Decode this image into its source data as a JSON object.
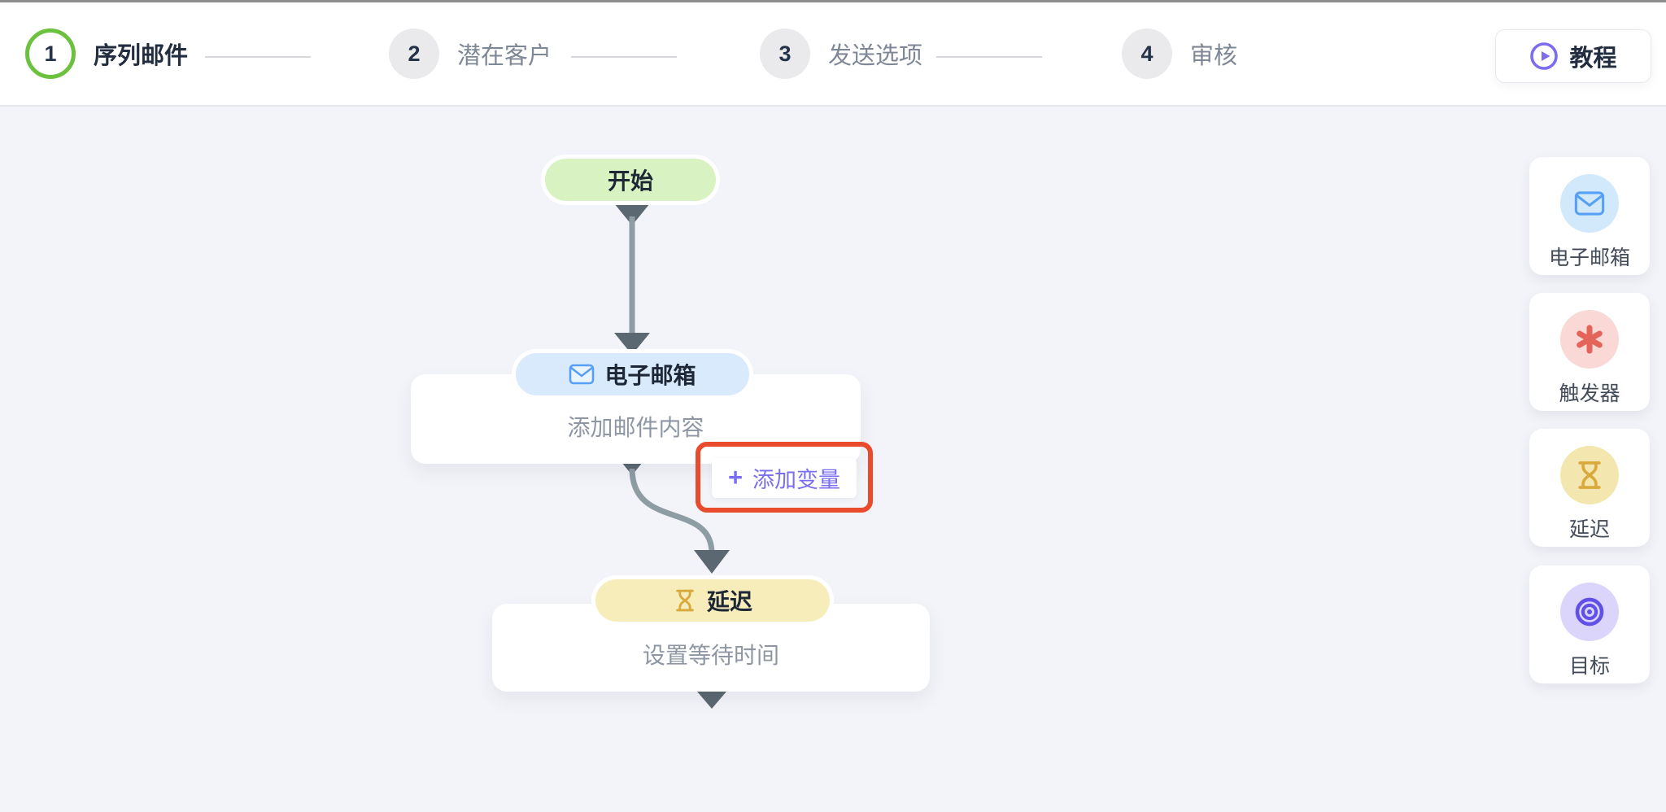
{
  "header": {
    "steps": [
      {
        "number": "1",
        "label": "序列邮件",
        "state": "active"
      },
      {
        "number": "2",
        "label": "潜在客户",
        "state": "upcoming"
      },
      {
        "number": "3",
        "label": "发送选项",
        "state": "upcoming"
      },
      {
        "number": "4",
        "label": "审核",
        "state": "upcoming"
      }
    ],
    "tutorial_button": {
      "label": "教程",
      "icon": "play-circle-icon"
    }
  },
  "canvas": {
    "start_node": {
      "label": "开始"
    },
    "email_node": {
      "pill_label": "电子邮箱",
      "body": "添加邮件内容",
      "icon": "envelope-icon"
    },
    "add_variable_button": {
      "plus": "+",
      "label": "添加变量"
    },
    "delay_node": {
      "pill_label": "延迟",
      "body": "设置等待时间",
      "icon": "hourglass-icon"
    }
  },
  "sidebar": {
    "items": [
      {
        "label": "电子邮箱",
        "icon": "envelope-icon"
      },
      {
        "label": "触发器",
        "icon": "asterisk-icon"
      },
      {
        "label": "延迟",
        "icon": "hourglass-icon"
      },
      {
        "label": "目标",
        "icon": "target-icon"
      }
    ]
  },
  "colors": {
    "active_step_green": "#6cc13e",
    "accent_purple": "#7b6cf0",
    "highlight_red": "#e94b2d",
    "email_blue": "#57a0f6",
    "delay_yellow": "#d9a93c",
    "trigger_red": "#e4645a",
    "goal_purple": "#6050e8",
    "canvas_background": "#f3f4f9",
    "connector_line": "#8e9ca4",
    "connector_arrow": "#5b6771"
  }
}
